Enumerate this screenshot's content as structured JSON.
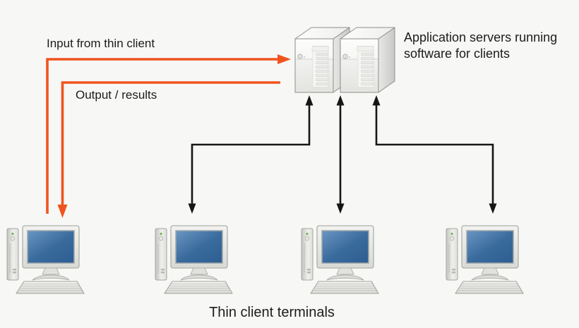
{
  "diagram": {
    "background_color": "#f7f7f6",
    "colors": {
      "orange_arrow": "#f0541e",
      "black_arrow": "#161616",
      "text": "#1c1c1c",
      "screen_blue_light": "#6a96c2",
      "screen_blue_dark": "#2f5f92"
    },
    "labels": {
      "input_arrow": "Input from thin client",
      "output_arrow": "Output / results",
      "servers_caption": "Application servers running software for clients",
      "clients_caption": "Thin client terminals"
    },
    "nodes": {
      "servers": {
        "icon": "server-tower-icon",
        "count": 2,
        "description": "Application servers"
      },
      "clients": {
        "icon": "thin-client-icon",
        "count": 4,
        "description": "Thin client terminals"
      }
    },
    "arrows": [
      {
        "id": "input-from-thin-client",
        "color": "orange",
        "from": "thin-client-1",
        "to": "application-servers",
        "label": "Input from thin client",
        "bidirectional": false
      },
      {
        "id": "output-results",
        "color": "orange",
        "from": "application-servers",
        "to": "thin-client-1",
        "label": "Output / results",
        "bidirectional": false
      },
      {
        "id": "servers-client-2-link",
        "color": "black",
        "from": "application-servers",
        "to": "thin-client-2",
        "label": "",
        "bidirectional": true
      },
      {
        "id": "servers-client-3-link",
        "color": "black",
        "from": "application-servers",
        "to": "thin-client-3",
        "label": "",
        "bidirectional": true
      },
      {
        "id": "servers-client-4-link",
        "color": "black",
        "from": "application-servers",
        "to": "thin-client-4",
        "label": "",
        "bidirectional": true
      }
    ]
  }
}
